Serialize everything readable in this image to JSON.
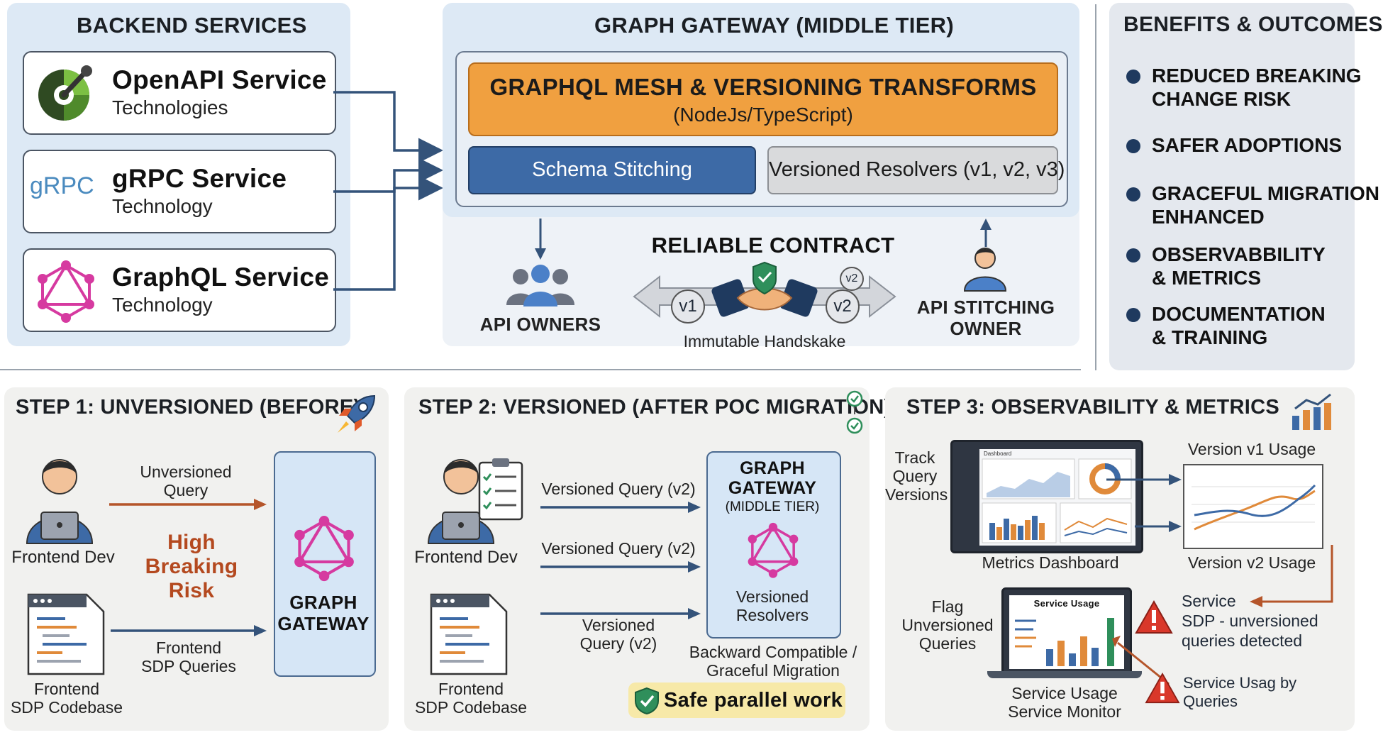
{
  "backend": {
    "title": "BACKEND SERVICES",
    "services": [
      {
        "name": "OpenAPI Service",
        "sub": "Technologies",
        "icon": "openapi-gauge-icon"
      },
      {
        "name": "gRPC Service",
        "sub": "Technology",
        "icon": "grpc-logo-icon",
        "logo_text": "gRPC"
      },
      {
        "name": "GraphQL Service",
        "sub": "Technology",
        "icon": "graphql-logo-icon"
      }
    ]
  },
  "gateway": {
    "title": "GRAPH GATEWAY (MIDDLE TIER)",
    "mesh_title": "GRAPHQL MESH & VERSIONING TRANSFORMS",
    "mesh_sub": "(NodeJs/TypeScript)",
    "stitching": "Schema Stitching",
    "resolvers": "Versioned Resolvers (v1, v2, v3)",
    "contract_title": "RELIABLE CONTRACT",
    "api_owners": "API OWNERS",
    "stitching_owner_1": "API STITCHING",
    "stitching_owner_2": "OWNER",
    "handshake_caption": "Immutable Handskake",
    "v1": "v1",
    "v2": "v2",
    "v2_small": "v2"
  },
  "benefits": {
    "title": "BENEFITS & OUTCOMES",
    "items": [
      {
        "line1": "REDUCED BREAKING",
        "line2": "CHANGE RISK"
      },
      {
        "line1": "SAFER ADOPTIONS",
        "line2": ""
      },
      {
        "line1": "GRACEFUL MIGRATION",
        "line2": "ENHANCED"
      },
      {
        "line1": "OBSERVABBILITY",
        "line2": "& METRICS"
      },
      {
        "line1": "DOCUMENTATION",
        "line2": "& TRAINING"
      }
    ]
  },
  "step1": {
    "title": "STEP 1: UNVERSIONED (BEFORE)",
    "frontend_dev": "Frontend Dev",
    "codebase_1": "Frontend",
    "codebase_2": "SDP Codebase",
    "query_1": "Unversioned",
    "query_2": "Query",
    "risk_1": "High",
    "risk_2": "Breaking",
    "risk_3": "Risk",
    "sdp_1": "Frontend",
    "sdp_2": "SDP Queries",
    "gw_1": "GRAPH",
    "gw_2": "GATEWAY"
  },
  "step2": {
    "title": "STEP 2: VERSIONED (AFTER POC MIGRATION)",
    "frontend_dev": "Frontend Dev",
    "codebase_1": "Frontend",
    "codebase_2": "SDP Codebase",
    "q1": "Versioned Query (v2)",
    "q2": "Versioned Query (v2)",
    "q3_1": "Versioned",
    "q3_2": "Query (v2)",
    "gw_1": "GRAPH",
    "gw_2": "GATEWAY",
    "gw_3": "(MIDDLE TIER)",
    "gw_res_1": "Versioned",
    "gw_res_2": "Resolvers",
    "compat_1": "Backward Compatible /",
    "compat_2": "Graceful Migration",
    "safe": "Safe parallel work"
  },
  "step3": {
    "title": "STEP 3: OBSERVABILITY & METRICS",
    "track_1": "Track",
    "track_2": "Query",
    "track_3": "Versions",
    "dashboard_label": "Metrics Dashboard",
    "dashboard_header": "Dashboard",
    "v1_usage": "Version v1 Usage",
    "v2_usage": "Version v2 Usage",
    "flag_1": "Flag",
    "flag_2": "Unversioned",
    "flag_3": "Queries",
    "service_usage_screen": "Service Usage",
    "monitor_1": "Service Usage",
    "monitor_2": "Service Monitor",
    "alert1_1": "Service",
    "alert1_2": "SDP - unversioned",
    "alert1_3": "queries detected",
    "alert2_1": "Service Usag by",
    "alert2_2": "Queries"
  },
  "colors": {
    "panel_blue": "#dbe8f5",
    "mesh_orange": "#f0a040",
    "stitching_blue": "#3d6aa6",
    "graphql_pink": "#d63aa0",
    "risk_red": "#b4491f",
    "arrow_navy": "#34537a",
    "arrow_rust": "#b5552a",
    "safe_yellow": "#f7e9a8"
  }
}
